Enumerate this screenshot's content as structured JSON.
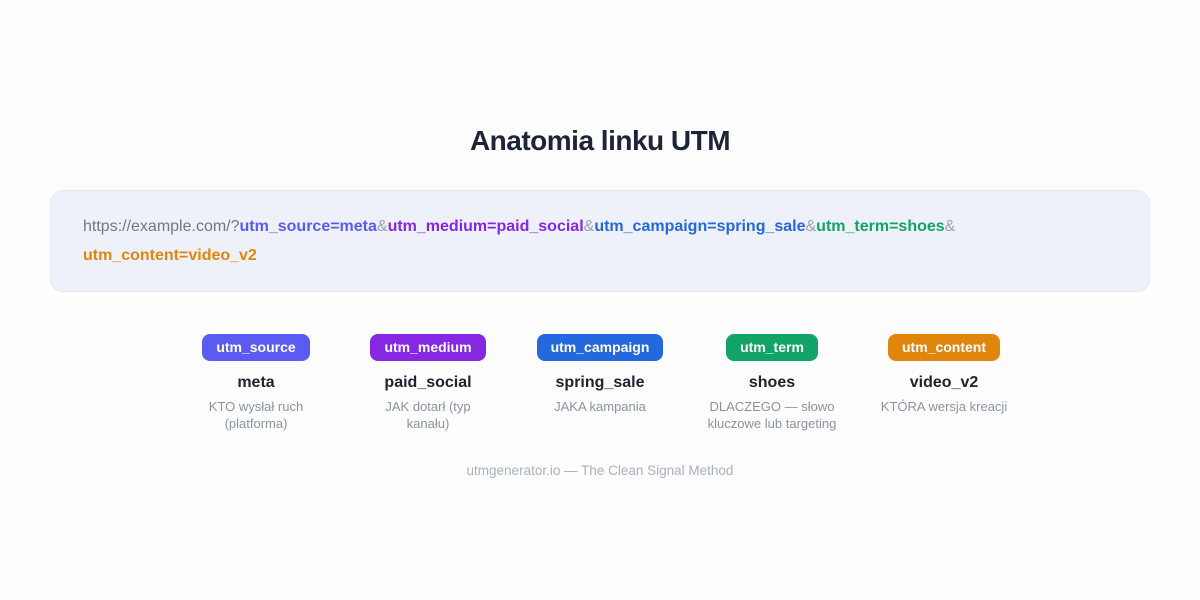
{
  "title": "Anatomia linku UTM",
  "url_bar": {
    "segments": [
      {
        "text": "https://example.com/?",
        "color": "#6f7787"
      },
      {
        "text": "utm_source=meta",
        "color": "#5b5bf2"
      },
      {
        "text": "&",
        "color": "#9aa2b4"
      },
      {
        "text": "utm_medium=paid_social",
        "color": "#8627e3"
      },
      {
        "text": "&",
        "color": "#9aa2b4"
      },
      {
        "text": "utm_campaign=spring_sale",
        "color": "#2368dd"
      },
      {
        "text": "&",
        "color": "#9aa2b4"
      },
      {
        "text": "utm_term=shoes",
        "color": "#12a366"
      },
      {
        "text": "&",
        "color": "#9aa2b4"
      },
      {
        "text": "utm_content=video_v2",
        "color": "#e0860d"
      }
    ]
  },
  "parameters": [
    {
      "name": "utm_source",
      "value": "meta",
      "description": "KTO wysłał ruch (platforma)",
      "color": "#5b5bf2"
    },
    {
      "name": "utm_medium",
      "value": "paid_social",
      "description": "JAK dotarł (typ kanału)",
      "color": "#8627e3"
    },
    {
      "name": "utm_campaign",
      "value": "spring_sale",
      "description": "JAKA kampania",
      "color": "#2368dd"
    },
    {
      "name": "utm_term",
      "value": "shoes",
      "description": "DLACZEGO — słowo kluczowe lub targeting",
      "color": "#12a366"
    },
    {
      "name": "utm_content",
      "value": "video_v2",
      "description": "KTÓRA wersja kreacji",
      "color": "#e0860d"
    }
  ],
  "footer": "utmgenerator.io — The Clean Signal Method"
}
